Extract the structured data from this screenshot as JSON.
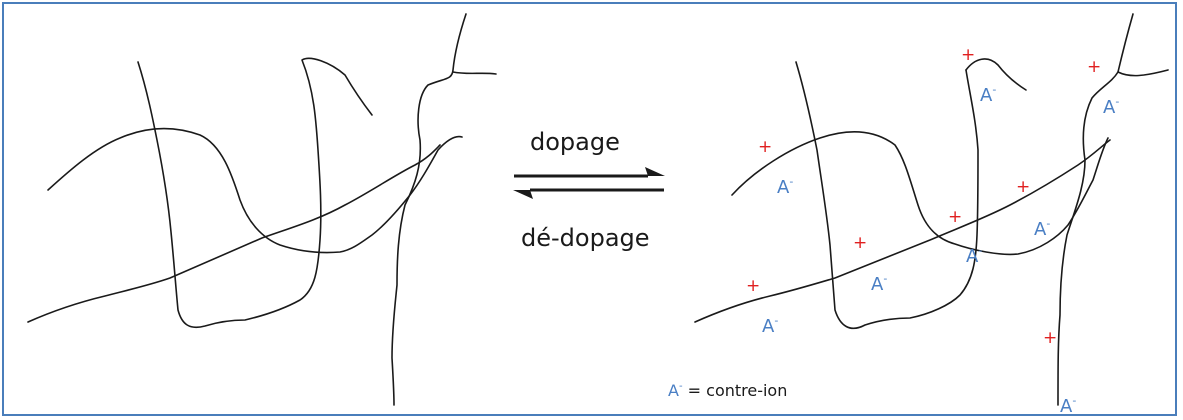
{
  "reaction": {
    "forward_label": "dopage",
    "reverse_label": "dé-dopage"
  },
  "anion": {
    "base": "A",
    "charge": "-"
  },
  "cation": {
    "symbol": "+"
  },
  "legend": {
    "symbol_base": "A",
    "symbol_charge": "-",
    "text": " = contre-ion"
  },
  "colors": {
    "frame": "#4a7ebb",
    "chain": "#1a1a1a",
    "cation": "#e02020",
    "anion": "#4a7fc4"
  }
}
